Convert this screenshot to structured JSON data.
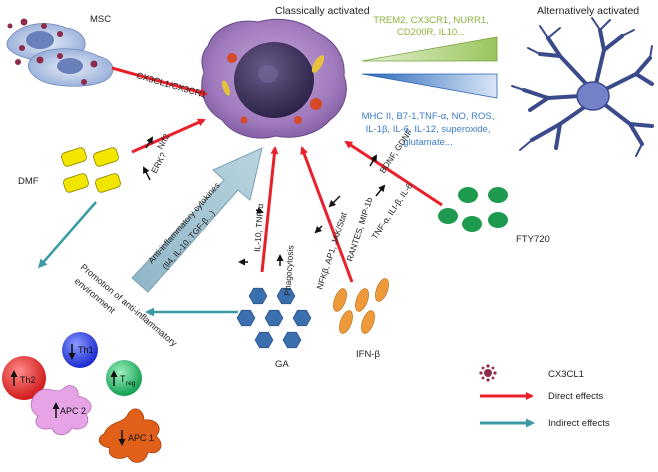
{
  "titles": {
    "classic": "Classically activated",
    "alternative": "Alternatively activated"
  },
  "labels": {
    "msc": "MSC",
    "dmf": "DMF",
    "fty720": "FTY720",
    "ga": "GA",
    "ifnb": "IFN-β",
    "cx3": "CX3CL1/CX3CR1",
    "nrf2": "Nrf2",
    "erk": "ERK?",
    "il10tnf": "IL-10, TNF-α",
    "phago": "Phagocytosis",
    "nfkb": "NFKβ, AP1, JAK/Stat",
    "rantes": "RANTES, MIP-1b",
    "tnf_il": "TNF-α, ILI-β, IL-6",
    "bdnf": "BDNF, GDNF",
    "anti1": "Anti-inflammatory cytokines",
    "anti2": "(Il4, IL-10, TGF-β...)",
    "promo1": "Promotion of anti-inflammatory",
    "promo2": "environment",
    "th1": "Th1",
    "th2": "Th2",
    "treg": "T",
    "treg_sub": "reg",
    "apc2": "APC 2",
    "apc1": "APC 1",
    "green1": "TREM2, CX3CR1, NURR1,",
    "green2": "CD200R, IL10...",
    "blue1": "MHC II, B7-1,TNF-α, NO, ROS,",
    "blue2": "IL-1β, IL-6, IL-12, superoxide,",
    "blue3": "glutamate..."
  },
  "legend": {
    "cx3cl1": "CX3CL1",
    "direct": "Direct effects",
    "indirect": "Indirect effects"
  },
  "colors": {
    "direct": "#e8202a",
    "indirect": "#3a9aa6",
    "green_text": "#8cb43c",
    "blue_text": "#3a7cc8",
    "dmf": "#f2e600",
    "fty": "#1e9a4e",
    "ga": "#3c6fb0",
    "ifnb": "#ee9a3a"
  }
}
